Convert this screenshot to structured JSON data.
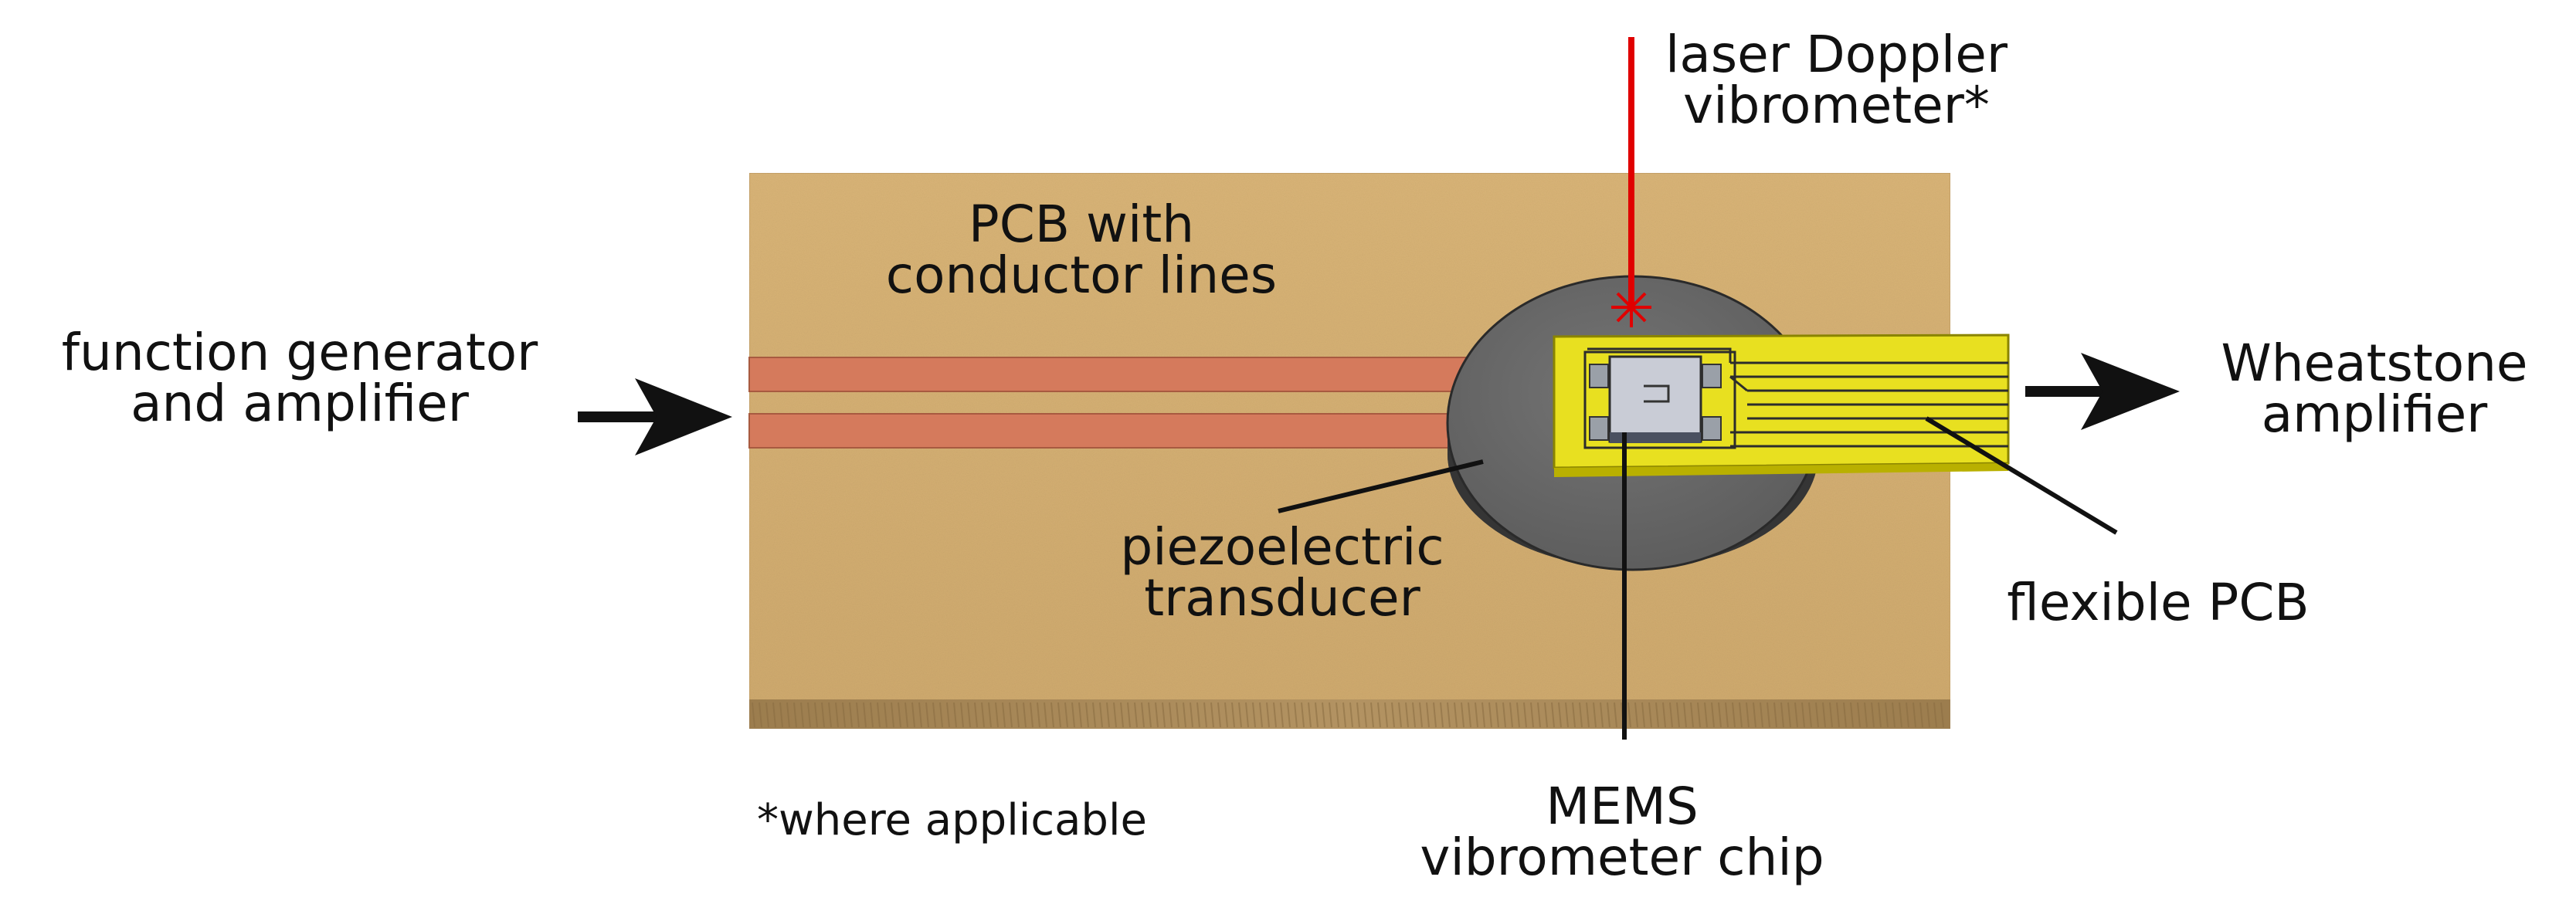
{
  "labels": {
    "laser": [
      "laser Doppler",
      "vibrometer*"
    ],
    "pcb": [
      "PCB with",
      "conductor lines"
    ],
    "function_generator": [
      "function generator",
      "and amplifier"
    ],
    "wheatstone": [
      "Wheatstone",
      "amplifier"
    ],
    "piezo": [
      "piezoelectric",
      "transducer"
    ],
    "flexible_pcb": "flexible PCB",
    "mems": [
      "MEMS",
      "vibrometer chip"
    ],
    "footnote": "*where applicable"
  },
  "colors": {
    "pcb_board": "#d4ae72",
    "pcb_edge": "#a98a58",
    "conductor_line": "#d57a5c",
    "piezo_disc": "#666666",
    "piezo_side": "#3a3a3a",
    "flex_pcb": "#e8e020",
    "laser_beam": "#e00000",
    "arrow": "#111111"
  }
}
